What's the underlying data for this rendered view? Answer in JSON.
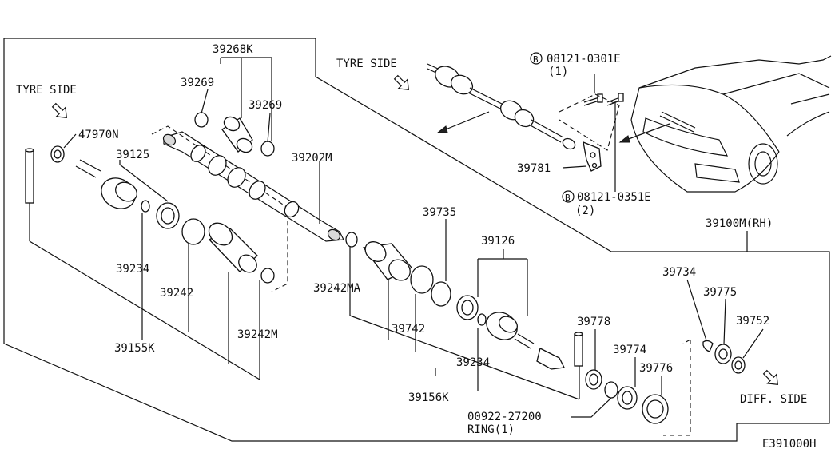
{
  "diagram": {
    "tyre_side_left": "TYRE SIDE",
    "tyre_side_inset": "TYRE SIDE",
    "diff_side": "DIFF. SIDE",
    "drawing_code": "E391000H",
    "assembly_code": "39100M(RH)",
    "bolt_top_prefix": "B",
    "bolt_top_code": "08121-0301E",
    "bolt_top_qty": "(1)",
    "bolt_bottom_prefix": "B",
    "bolt_bottom_code": "08121-0351E",
    "bolt_bottom_qty": "(2)",
    "ring_code": "00922-27200",
    "ring_label": "RING(1)",
    "parts": {
      "p39268K": "39268K",
      "p39269a": "39269",
      "p39269b": "39269",
      "p47970N": "47970N",
      "p39125": "39125",
      "p39202M": "39202M",
      "p39234a": "39234",
      "p39242": "39242",
      "p39242M": "39242M",
      "p39155K": "39155K",
      "p39242MA": "39242MA",
      "p39735": "39735",
      "p39126": "39126",
      "p39742": "39742",
      "p39234b": "39234",
      "p39156K": "39156K",
      "p39778": "39778",
      "p39774": "39774",
      "p39776": "39776",
      "p39734": "39734",
      "p39775": "39775",
      "p39752": "39752",
      "p39781": "39781"
    }
  },
  "icons": {
    "tyre_arrow": "outline-arrow-up-left-icon",
    "diff_arrow": "outline-arrow-down-right-icon",
    "bolt_marker": "circled-b-icon"
  }
}
